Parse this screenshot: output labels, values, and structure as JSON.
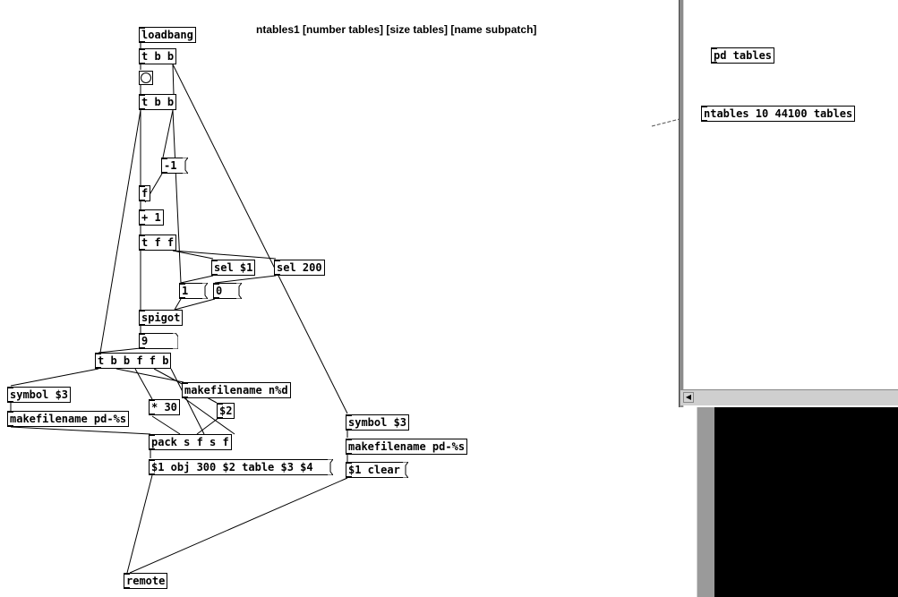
{
  "main_patch": {
    "comment": "ntables1 [number tables] [size tables] [name subpatch]",
    "objects": {
      "loadbang": "loadbang",
      "tbb1": "t b b",
      "tbb2": "t b b",
      "minus1": "-1",
      "f": "f",
      "plus1": "+ 1",
      "tff": "t f f",
      "sel1": "sel $1",
      "sel200": "sel 200",
      "one": "1",
      "zero": "0",
      "spigot": "spigot",
      "nine": "9",
      "tbbffb": "t b b f f b",
      "symbol3a": "symbol $3",
      "makefn_nd": "makefilename n%d",
      "times30": "* 30",
      "dollar2": "$2",
      "makefn_pd_a": "makefilename pd-%s",
      "pack": "pack s f s f",
      "objmsg": "$1 obj 300 $2 table $3 $4",
      "symbol3b": "symbol $3",
      "makefn_pd_b": "makefilename pd-%s",
      "clear": "$1 clear",
      "remote": "remote"
    }
  },
  "second_patch": {
    "pd_tables": "pd tables",
    "ntables": "ntables 10 44100 tables"
  },
  "scrollbar": {
    "left_arrow_icon": "arrow-left"
  },
  "colors": {
    "background": "#ffffff",
    "ink": "#000000",
    "window_frame": "#8c8c8c",
    "dark_window": "#000000"
  }
}
